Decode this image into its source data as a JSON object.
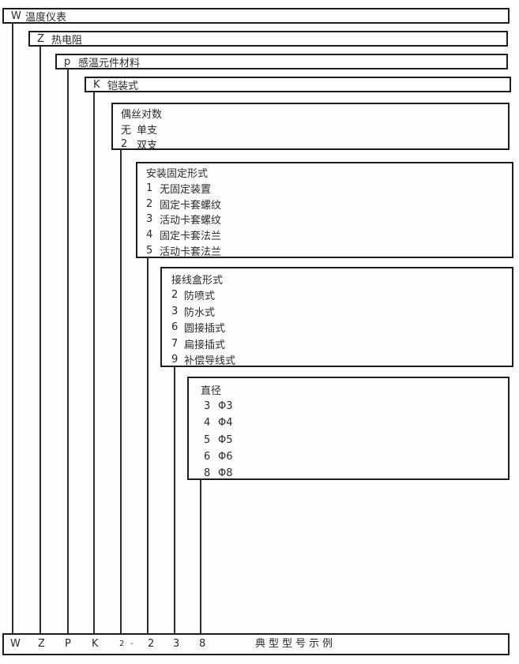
{
  "colors": {
    "background": "#fdfdfc",
    "border": "#1c1c1c",
    "connector_line": "#2e2e2e",
    "text": "#2b2b2b"
  },
  "levels": [
    {
      "code": "W",
      "label": "温度仪表"
    },
    {
      "code": "Z",
      "label": "热电阻"
    },
    {
      "code": "p",
      "label": "感温元件材料"
    },
    {
      "code": "K",
      "label": "铠装式"
    },
    {
      "title": "偶丝对数",
      "rows": [
        {
          "code": "无",
          "label": "单支"
        },
        {
          "code": "2",
          "label": "双支"
        }
      ]
    },
    {
      "title": "安装固定形式",
      "rows": [
        {
          "code": "1",
          "label": "无固定装置"
        },
        {
          "code": "2",
          "label": "固定卡套螺纹"
        },
        {
          "code": "3",
          "label": "活动卡套螺纹"
        },
        {
          "code": "4",
          "label": "固定卡套法兰"
        },
        {
          "code": "5",
          "label": "活动卡套法兰"
        }
      ]
    },
    {
      "title": "接线盒形式",
      "rows": [
        {
          "code": "2",
          "label": "防喷式"
        },
        {
          "code": "3",
          "label": "防水式"
        },
        {
          "code": "6",
          "label": "圆接插式"
        },
        {
          "code": "7",
          "label": "扁接插式"
        },
        {
          "code": "9",
          "label": "补偿导线式"
        }
      ]
    },
    {
      "title": "直径",
      "rows": [
        {
          "code": "3",
          "label": "Φ3"
        },
        {
          "code": "4",
          "label": "Φ4"
        },
        {
          "code": "5",
          "label": "Φ5"
        },
        {
          "code": "6",
          "label": "Φ6"
        },
        {
          "code": "8",
          "label": "Φ8"
        }
      ]
    }
  ],
  "example": {
    "segments": [
      "W",
      "Z",
      "P",
      "K",
      "2",
      "-",
      "2",
      "3",
      "8"
    ],
    "caption": "典型型号示例"
  }
}
